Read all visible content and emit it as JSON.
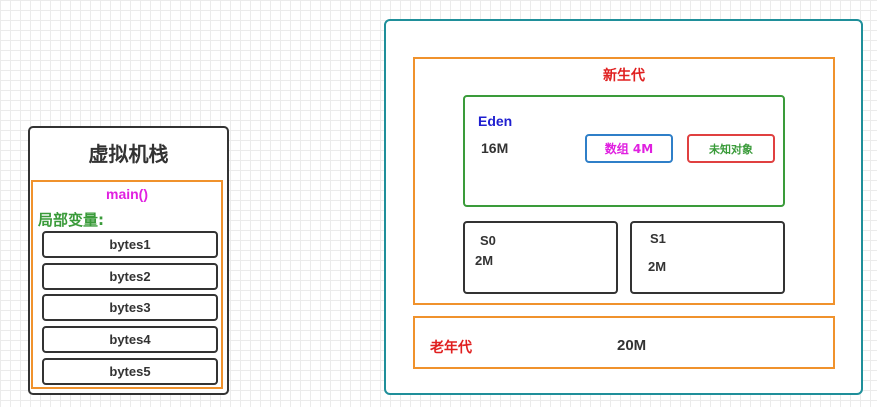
{
  "stack": {
    "title": "虚拟机栈",
    "frame": {
      "method": "main()",
      "locals_label": "局部变量:",
      "variables": [
        "bytes1",
        "bytes2",
        "bytes3",
        "bytes4",
        "bytes5"
      ]
    }
  },
  "heap": {
    "young": {
      "title": "新生代",
      "eden": {
        "label": "Eden",
        "size": "16M",
        "objects": [
          "数组 4M",
          "未知对象"
        ]
      },
      "s0": {
        "label": "S0",
        "size": "2M"
      },
      "s1": {
        "label": "S1",
        "size": "2M"
      }
    },
    "old": {
      "title": "老年代",
      "size": "20M"
    }
  },
  "colors": {
    "border_dark": "#333333",
    "frame_orange": "#f0922c",
    "heap_teal": "#1f8f9a",
    "eden_green": "#3a9b3a",
    "label_red": "#e02020",
    "label_magenta": "#e020e0",
    "label_blue": "#1f1fd0",
    "array_border_blue": "#2f7fc8",
    "unknown_border_red": "#e04040"
  }
}
